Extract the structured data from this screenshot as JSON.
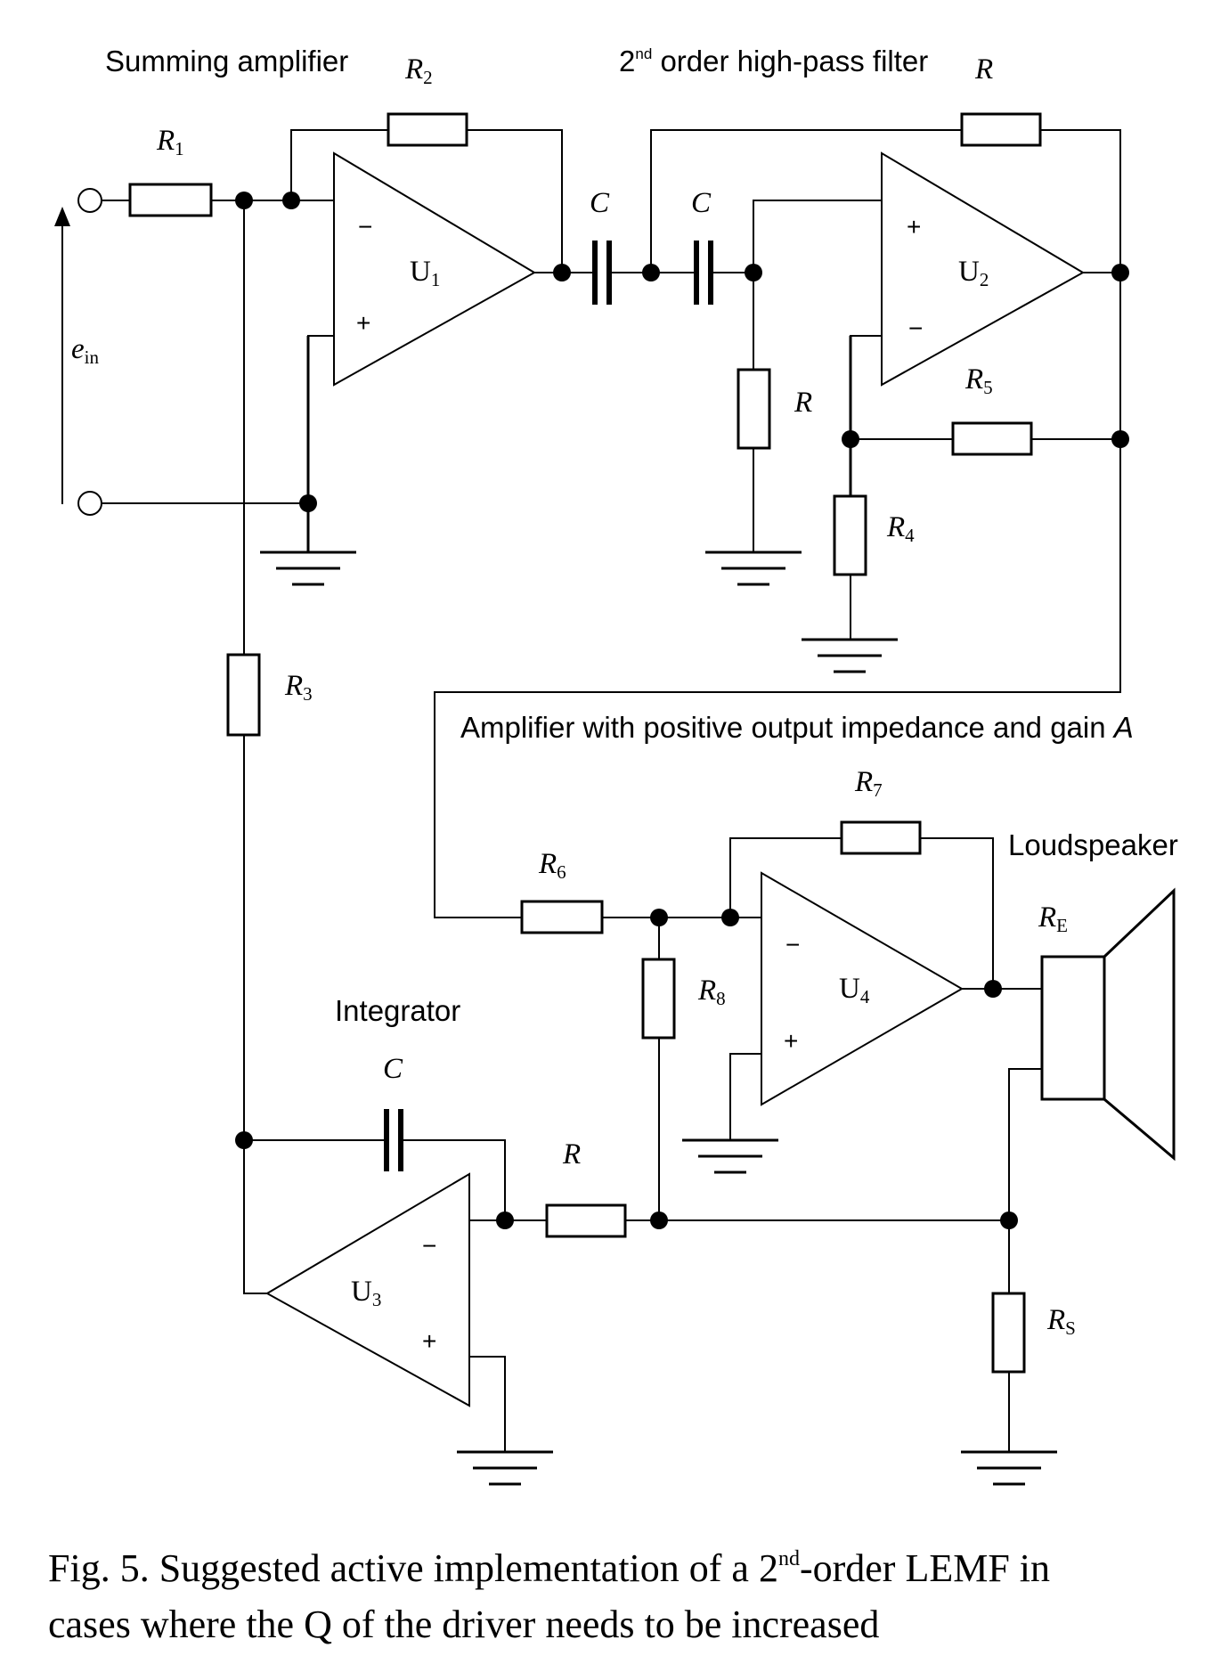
{
  "labels": {
    "summing": "Summing amplifier",
    "hpf_pre": "2",
    "hpf_sup": "nd",
    "hpf_post": " order high-pass filter",
    "amp_pre": "Amplifier with positive output impedance and gain ",
    "amp_gain": "A",
    "integrator": "Integrator",
    "loudspeaker": "Loudspeaker"
  },
  "symbols": {
    "R": "R",
    "C": "C",
    "U": "U",
    "e": "e",
    "in": "in",
    "R1": "1",
    "R2": "2",
    "R3": "3",
    "R4": "4",
    "R5": "5",
    "R6": "6",
    "R7": "7",
    "R8": "8",
    "E": "E",
    "S": "S",
    "U1": "1",
    "U2": "2",
    "U3": "3",
    "U4": "4",
    "plus": "+",
    "minus": "−"
  },
  "caption": {
    "line1_pre": "Fig. 5. Suggested active implementation of a 2",
    "line1_sup": "nd",
    "line1_post": "-order LEMF in",
    "line2": "cases where the Q of the driver needs to be increased"
  }
}
